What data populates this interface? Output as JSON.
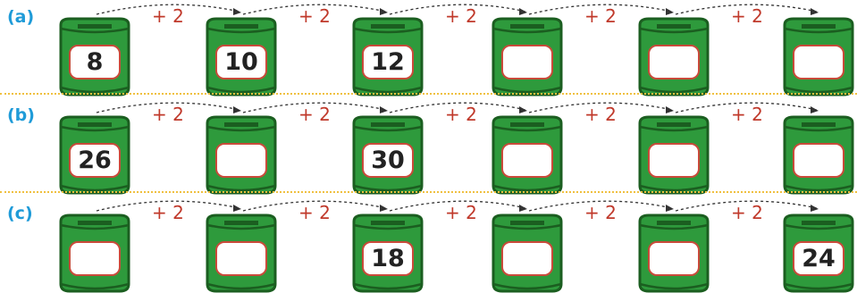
{
  "rows": [
    {
      "label": "(a)",
      "values": [
        "8",
        "10",
        "12",
        "",
        "",
        ""
      ]
    },
    {
      "label": "(b)",
      "values": [
        "26",
        "",
        "30",
        "",
        "",
        ""
      ]
    },
    {
      "label": "(c)",
      "values": [
        "",
        "",
        "18",
        "",
        "",
        "24"
      ]
    }
  ],
  "step_label": "+ 2",
  "colors": {
    "jar_green": "#2e9a3c",
    "jar_dark": "#1b5e20",
    "box_border": "#c94a3a",
    "label_blue": "#1f9bd8",
    "step_red": "#c0392b",
    "divider": "#f0c040"
  }
}
